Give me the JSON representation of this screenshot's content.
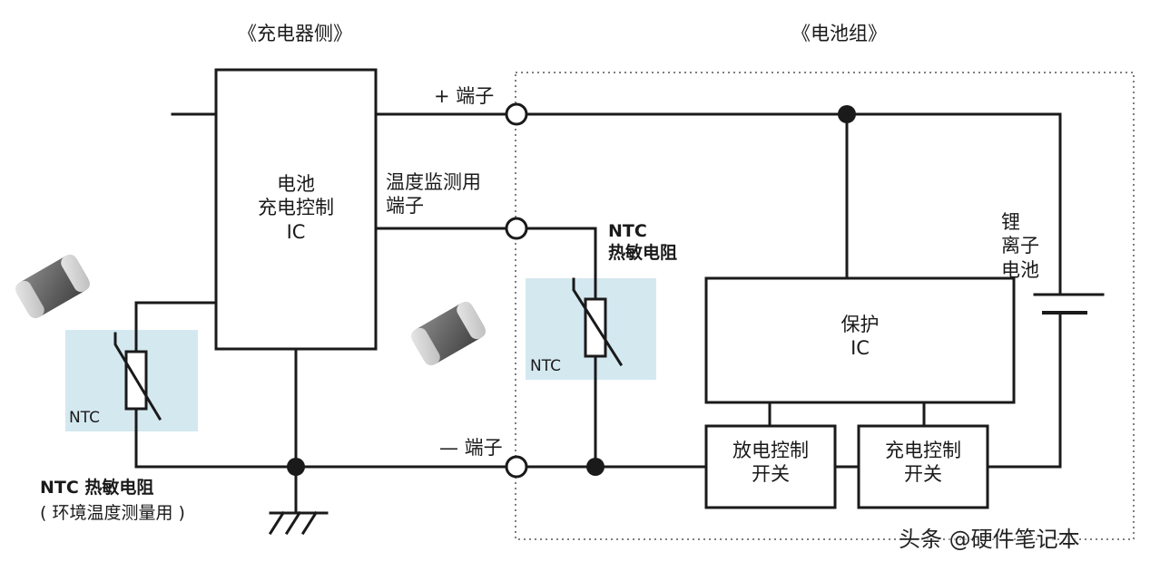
{
  "sections": {
    "charger_side": "《充电器侧》",
    "battery_pack": "《电池组》"
  },
  "charger_ic": {
    "line1": "电池",
    "line2": "充电控制",
    "line3": "IC"
  },
  "terminals": {
    "positive": "+ 端子",
    "temp_line1": "温度监测用",
    "temp_line2": "端子",
    "negative": "— 端子"
  },
  "thermistor_pack": {
    "line1": "NTC",
    "line2": "热敏电阻",
    "tag": "NTC"
  },
  "thermistor_charger": {
    "tag": "NTC",
    "line1": "NTC 热敏电阻",
    "line2": "( 环境温度测量用 )"
  },
  "protection_ic": {
    "line1": "保护",
    "line2": "IC"
  },
  "battery": {
    "line1": "锂",
    "line2": "离子",
    "line3": "电池"
  },
  "discharge_switch": {
    "line1": "放电控制",
    "line2": "开关"
  },
  "charge_switch": {
    "line1": "充电控制",
    "line2": "开关"
  },
  "watermark": {
    "text": "头条 @硬件笔记本"
  },
  "colors": {
    "wire": "#1a1a1a",
    "ntc_highlight": "#cfe6ee",
    "chip_body": "#6f6f6f",
    "chip_cap": "#d2d2d2"
  }
}
